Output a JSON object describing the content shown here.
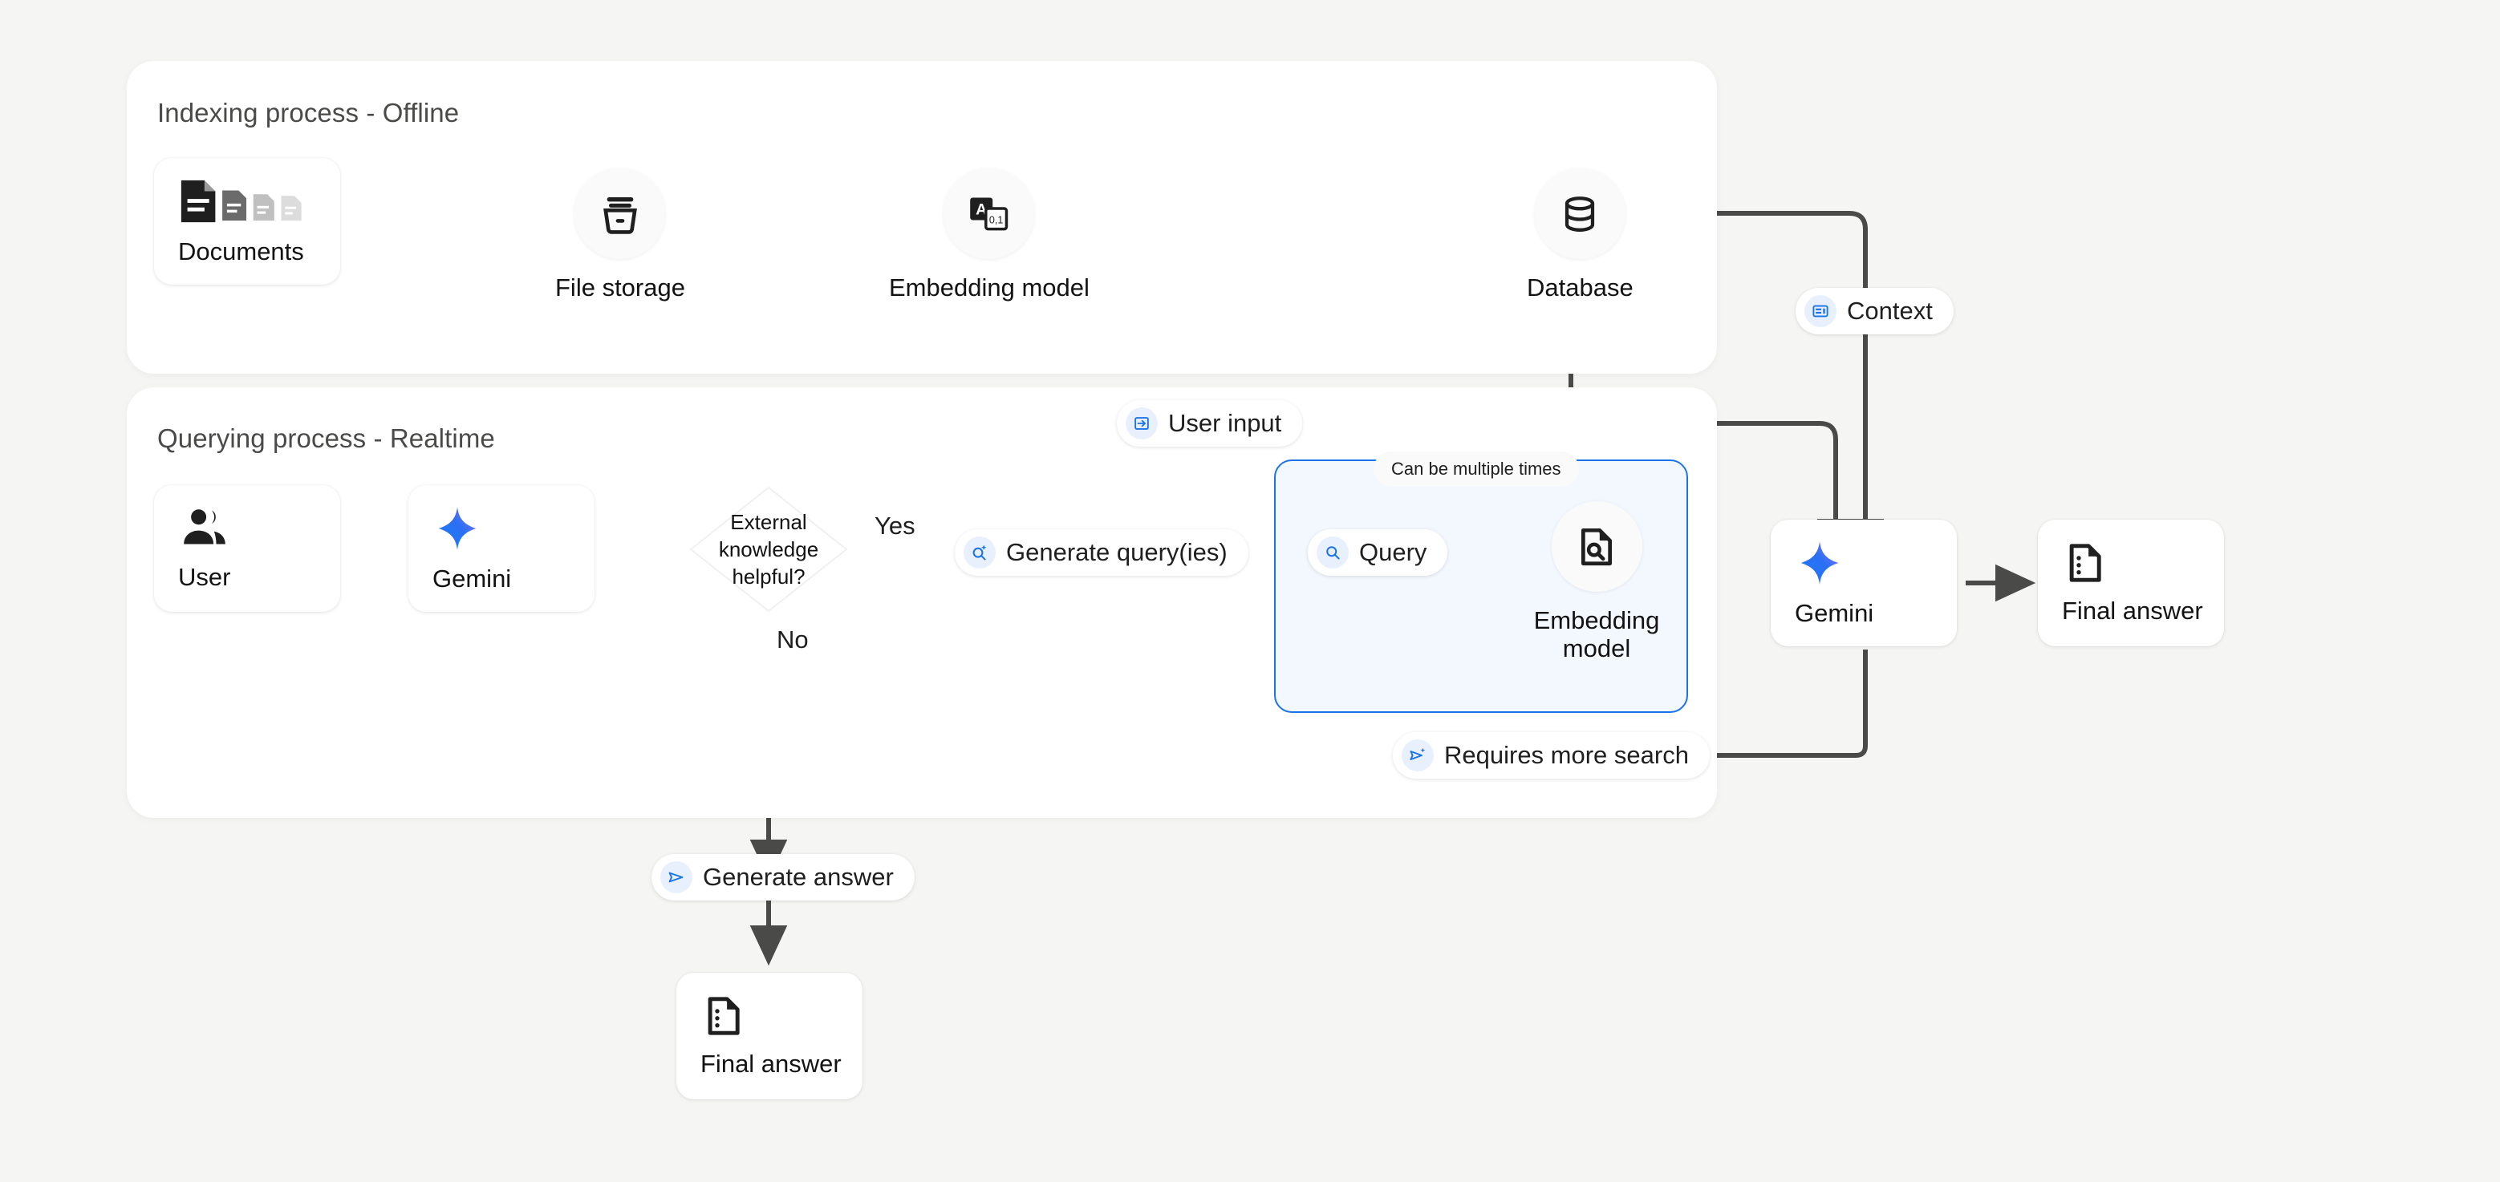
{
  "page": {
    "background": "#f5f5f3",
    "accent_blue": "#1a73e8",
    "line_color": "#4a4a48"
  },
  "panels": [
    {
      "id": "indexing",
      "title": "Indexing process - Offline"
    },
    {
      "id": "querying",
      "title": "Querying process - Realtime"
    }
  ],
  "indexing": {
    "documents_card": {
      "label": "Documents",
      "icon": "documents-icon"
    },
    "file_storage": {
      "label": "File storage",
      "icon": "file-storage-icon"
    },
    "embedding_model": {
      "label": "Embedding model",
      "icon": "translate-embedding-icon"
    },
    "database": {
      "label": "Database",
      "icon": "database-icon"
    }
  },
  "querying": {
    "user_card": {
      "label": "User",
      "icon": "users-icon"
    },
    "gemini_card": {
      "label": "Gemini",
      "icon": "gemini-sparkle-icon"
    },
    "decision": {
      "line1": "External",
      "line2": "knowledge",
      "line3": "helpful?"
    },
    "branch_yes": "Yes",
    "branch_no": "No",
    "generate_query_pill": {
      "label": "Generate query(ies)",
      "icon": "search-sparkle-icon"
    },
    "loop_label": "Can be multiple times",
    "query_pill": {
      "label": "Query",
      "icon": "search-icon"
    },
    "loop_embedding_model": {
      "line1": "Embedding",
      "line2": "model",
      "icon": "document-search-icon"
    },
    "requires_more_search_pill": {
      "label": "Requires more search",
      "icon": "send-sparkle-icon"
    },
    "final_gemini_card": {
      "label": "Gemini",
      "icon": "gemini-sparkle-icon"
    },
    "final_answer_card_right": {
      "label": "Final answer",
      "icon": "answer-document-icon"
    },
    "generate_answer_pill": {
      "label": "Generate answer",
      "icon": "send-icon"
    },
    "final_answer_card_bottom": {
      "label": "Final answer",
      "icon": "answer-document-icon"
    }
  },
  "connectors": {
    "context_pill": {
      "label": "Context",
      "icon": "context-card-icon"
    },
    "user_input_pill": {
      "label": "User input",
      "icon": "input-arrow-icon"
    }
  }
}
